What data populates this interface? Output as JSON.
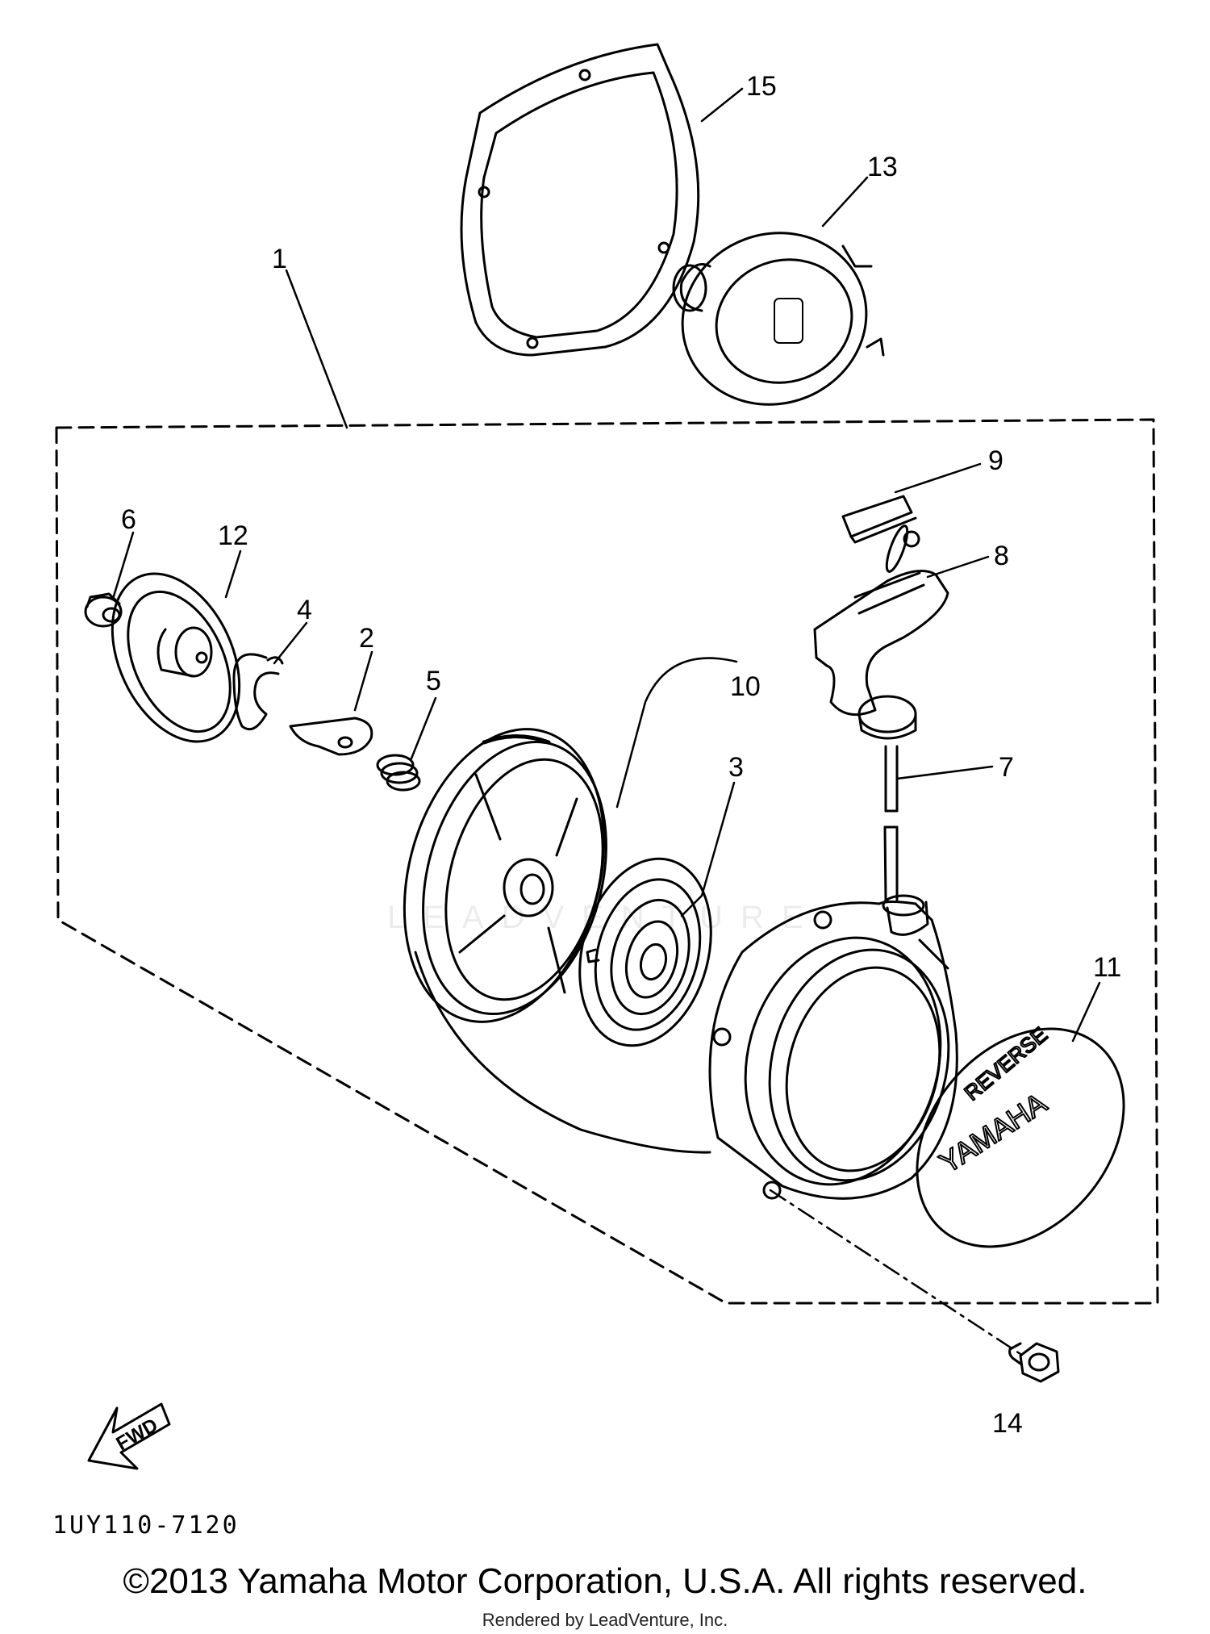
{
  "diagram": {
    "callouts": [
      "1",
      "2",
      "3",
      "4",
      "5",
      "6",
      "7",
      "8",
      "9",
      "10",
      "11",
      "12",
      "13",
      "14",
      "15"
    ],
    "drawing_code": "1UY110-7120",
    "fwd_label": "FWD",
    "emblem_text_top": "REVERSE",
    "emblem_text_bottom": "YAMAHA",
    "watermark": "LEADVENTURE"
  },
  "footer": {
    "copyright": "©2013 Yamaha Motor Corporation, U.S.A. All rights reserved.",
    "rendered_by": "Rendered by LeadVenture, Inc."
  }
}
